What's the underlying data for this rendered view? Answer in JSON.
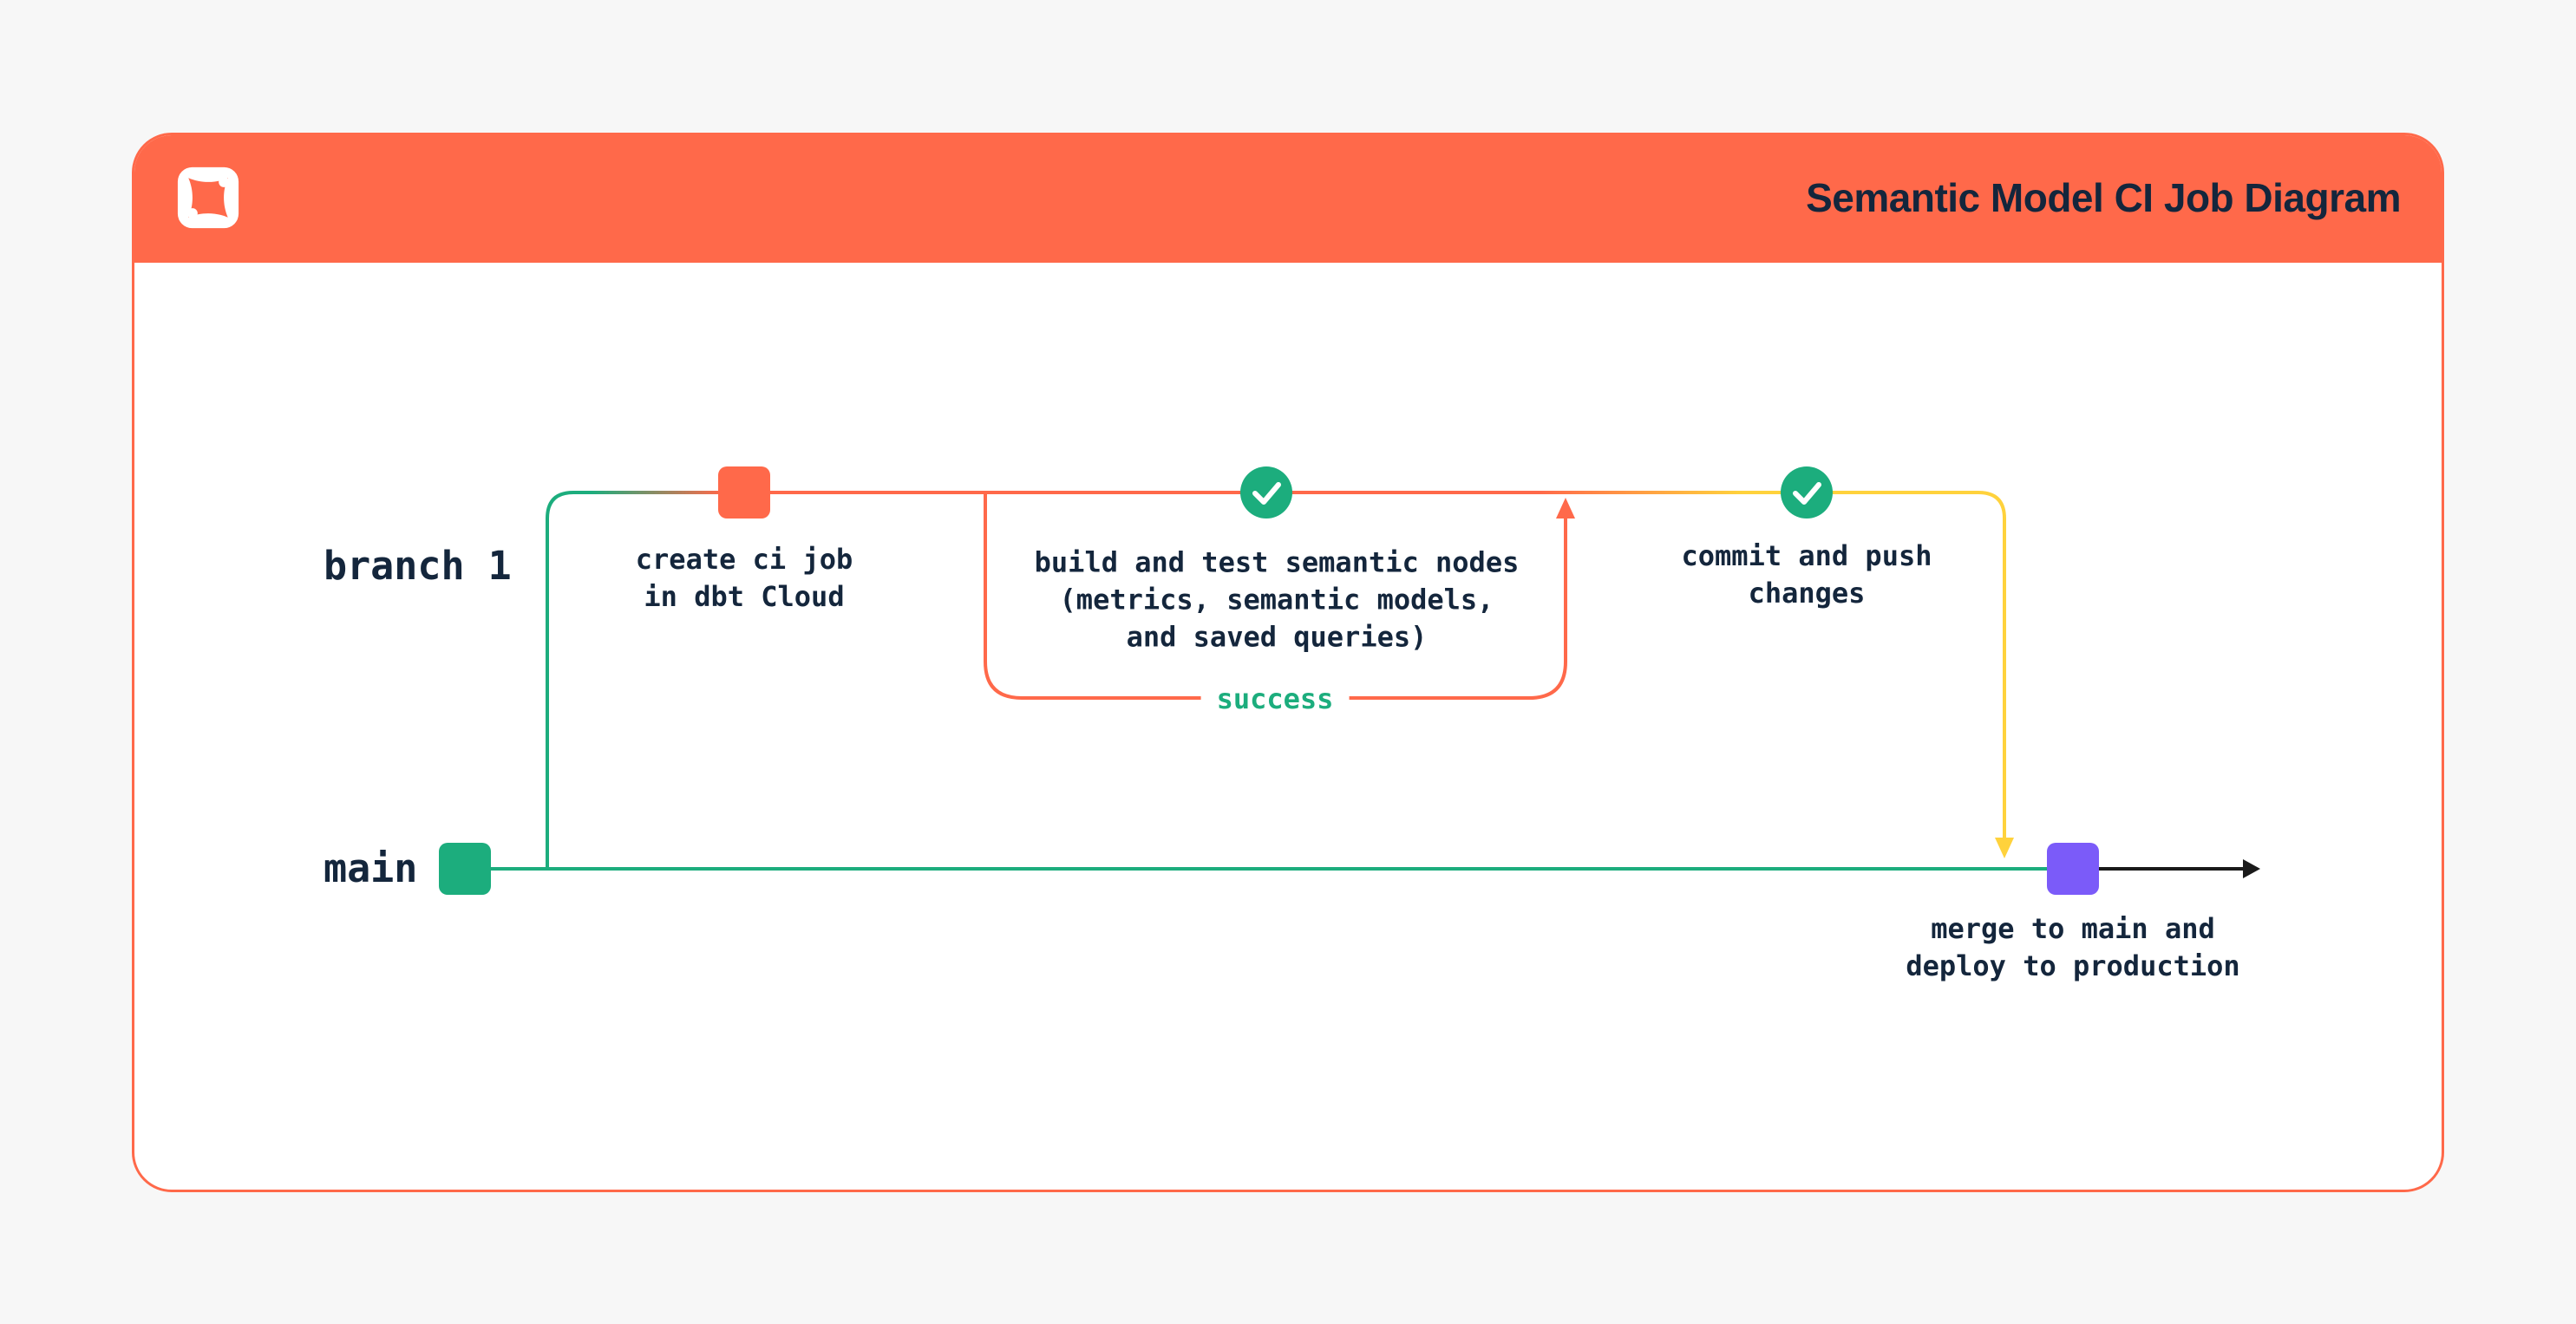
{
  "header": {
    "title": "Semantic Model CI Job Diagram",
    "logo": "dbt-logo"
  },
  "diagram": {
    "branch_label": "branch 1",
    "main_label": "main",
    "create_ci_label": "create ci job\nin dbt Cloud",
    "build_test_label": "build and test semantic nodes\n(metrics, semantic models,\nand saved queries)",
    "success_label": "success",
    "commit_push_label": "commit and push\nchanges",
    "merge_label": "merge to main and\ndeploy to production",
    "nodes": [
      {
        "id": "main-start",
        "shape": "square",
        "color": "green"
      },
      {
        "id": "create-ci-job",
        "shape": "square",
        "color": "orange"
      },
      {
        "id": "build-test-check",
        "shape": "circle-check",
        "color": "green"
      },
      {
        "id": "commit-push-check",
        "shape": "circle-check",
        "color": "green"
      },
      {
        "id": "merge-to-main",
        "shape": "square",
        "color": "purple"
      }
    ]
  },
  "colors": {
    "page-bg": "#F7F7F7",
    "card-bg": "#FFFFFF",
    "orange": "#FF694A",
    "green": "#1CAD7D",
    "yellow": "#FFD23C",
    "purple": "#7B5BF9",
    "navy": "#14263C",
    "black": "#1A1A1A"
  }
}
